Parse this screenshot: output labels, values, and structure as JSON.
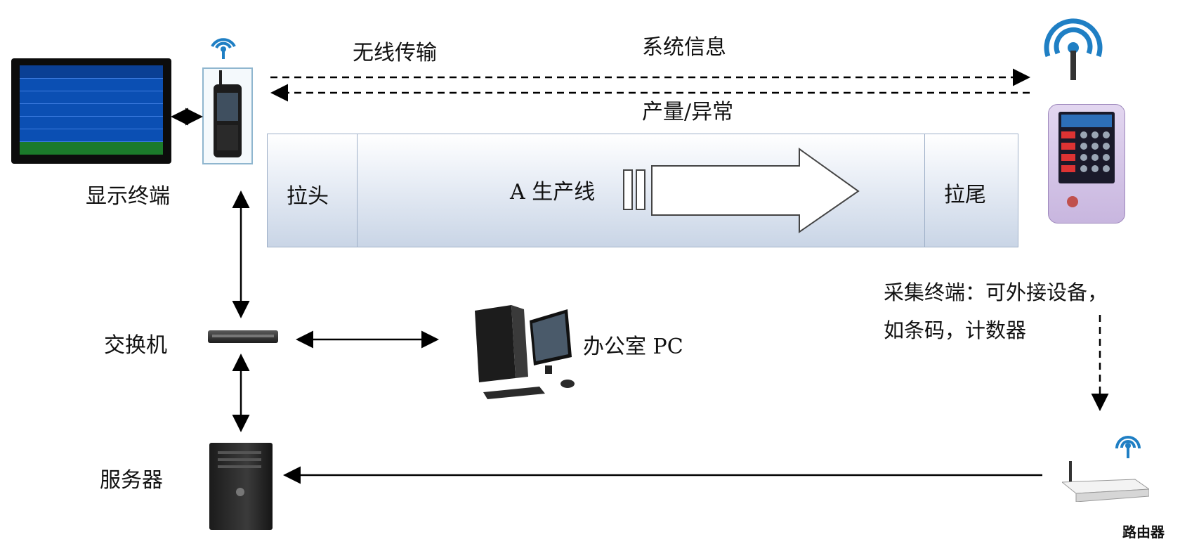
{
  "labels": {
    "display_terminal": "显示终端",
    "wireless_transmission": "无线传输",
    "system_info": "系统信息",
    "output_abnormal": "产量/异常",
    "line_head": "拉头",
    "production_line": "A 生产线",
    "line_tail": "拉尾",
    "switch": "交换机",
    "office_pc": "办公室 PC",
    "server": "服务器",
    "collector_desc_line1": "采集终端：可外接设备，",
    "collector_desc_line2": "如条码，计数器",
    "router": "路由器"
  },
  "colors": {
    "wifi_icon": "#1f7fc4",
    "line_box_border": "#9fb0c8",
    "arrow": "#000000",
    "screen_bg": "#0b4fb3"
  }
}
